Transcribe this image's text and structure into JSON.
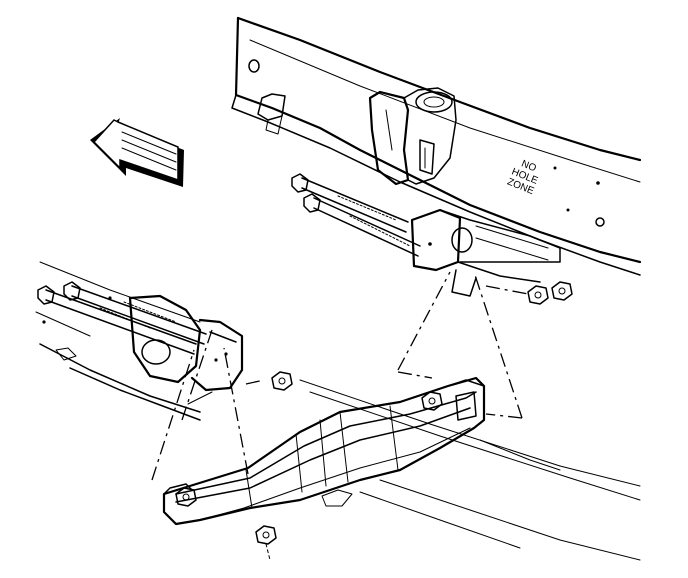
{
  "diagram": {
    "zone_label_lines": [
      "NO",
      "HOLE",
      "ZONE"
    ]
  }
}
